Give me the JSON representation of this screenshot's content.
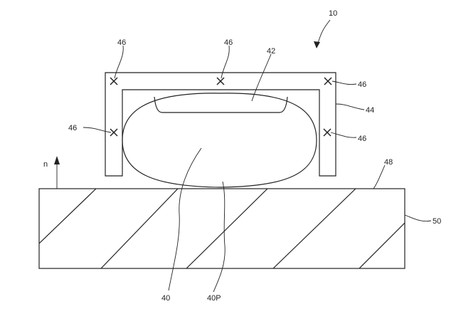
{
  "labels": {
    "assembly": "10",
    "mass": "40",
    "mass_portion": "40P",
    "recess": "42",
    "housing": "44",
    "attachment_point": "46",
    "surface": "48",
    "substrate": "50",
    "normal": "n"
  },
  "colors": {
    "line": "#222222",
    "background": "#ffffff"
  }
}
